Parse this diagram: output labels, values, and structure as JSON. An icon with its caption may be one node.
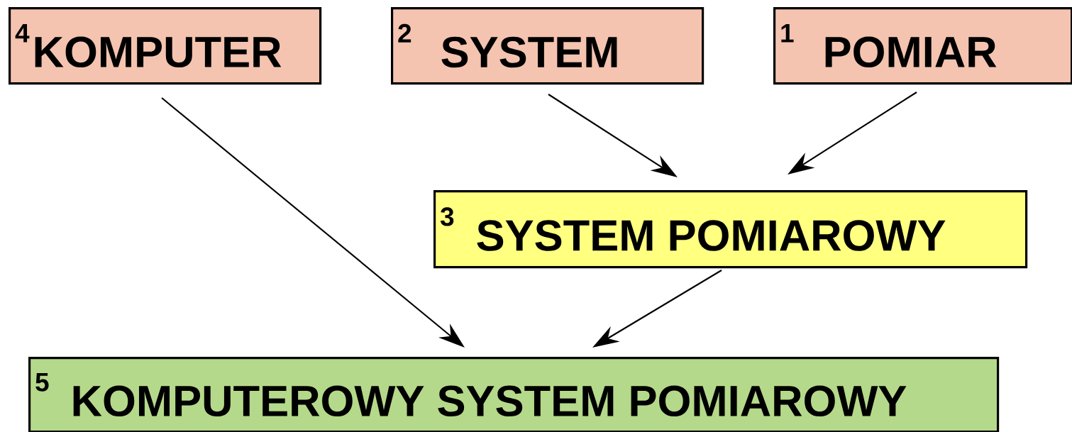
{
  "diagram": {
    "nodes": [
      {
        "text": [
          "4",
          "KOMPUTER"
        ]
      },
      {
        "text": [
          "2",
          "SYSTEM"
        ]
      },
      {
        "text": [
          "1",
          "POMIAR"
        ]
      },
      {
        "text": [
          "3",
          "SYSTEM POMIAROWY"
        ]
      },
      {
        "text": [
          "5",
          "KOMPUTEROWY SYSTEM POMIAROWY"
        ]
      }
    ],
    "edges": [
      {
        "from": 0,
        "to": 4,
        "arrow": "to"
      },
      {
        "from": 1,
        "to": 3,
        "arrow": "to"
      },
      {
        "from": 2,
        "to": 3,
        "arrow": "to"
      },
      {
        "from": 3,
        "to": 4,
        "arrow": "to"
      }
    ]
  }
}
